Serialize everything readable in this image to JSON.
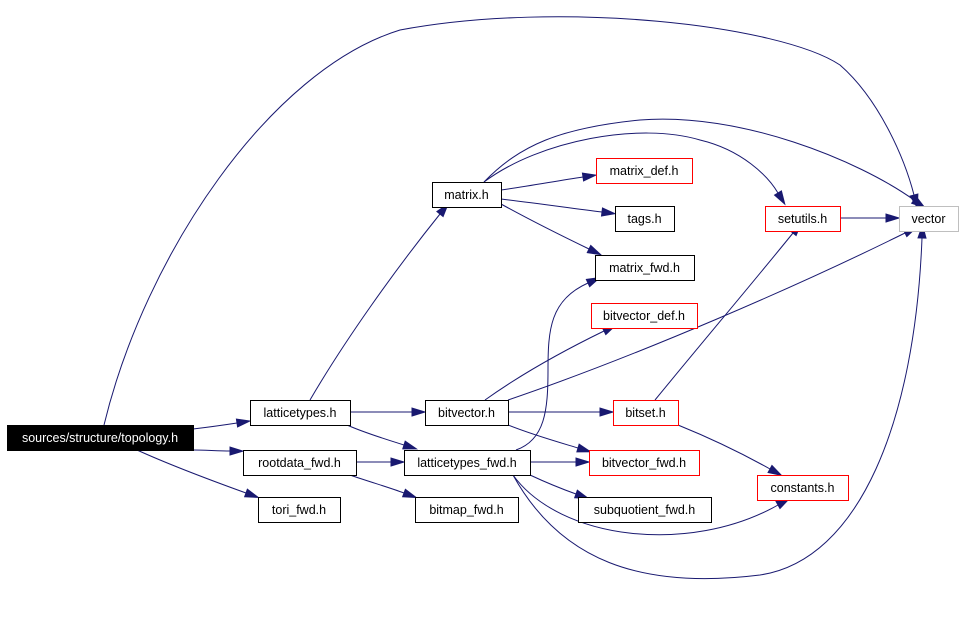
{
  "graph": {
    "nodes": [
      {
        "id": "topology",
        "label": "sources/structure/topology.h",
        "style": "root"
      },
      {
        "id": "latticetypes",
        "label": "latticetypes.h",
        "style": "black"
      },
      {
        "id": "rootdata_fwd",
        "label": "rootdata_fwd.h",
        "style": "black"
      },
      {
        "id": "tori_fwd",
        "label": "tori_fwd.h",
        "style": "black"
      },
      {
        "id": "matrix",
        "label": "matrix.h",
        "style": "black"
      },
      {
        "id": "bitvector",
        "label": "bitvector.h",
        "style": "black"
      },
      {
        "id": "latticetypes_fwd",
        "label": "latticetypes_fwd.h",
        "style": "black"
      },
      {
        "id": "bitmap_fwd",
        "label": "bitmap_fwd.h",
        "style": "black"
      },
      {
        "id": "matrix_def",
        "label": "matrix_def.h",
        "style": "red"
      },
      {
        "id": "tags",
        "label": "tags.h",
        "style": "black"
      },
      {
        "id": "matrix_fwd",
        "label": "matrix_fwd.h",
        "style": "black"
      },
      {
        "id": "bitvector_def",
        "label": "bitvector_def.h",
        "style": "red"
      },
      {
        "id": "bitset",
        "label": "bitset.h",
        "style": "red"
      },
      {
        "id": "bitvector_fwd",
        "label": "bitvector_fwd.h",
        "style": "red"
      },
      {
        "id": "subquotient_fwd",
        "label": "subquotient_fwd.h",
        "style": "black"
      },
      {
        "id": "setutils",
        "label": "setutils.h",
        "style": "red"
      },
      {
        "id": "constants",
        "label": "constants.h",
        "style": "red"
      },
      {
        "id": "vector",
        "label": "vector",
        "style": "grey"
      }
    ],
    "edges": [
      {
        "from": "topology",
        "to": "latticetypes"
      },
      {
        "from": "topology",
        "to": "rootdata_fwd"
      },
      {
        "from": "topology",
        "to": "tori_fwd"
      },
      {
        "from": "topology",
        "to": "vector"
      },
      {
        "from": "latticetypes",
        "to": "matrix"
      },
      {
        "from": "latticetypes",
        "to": "bitvector"
      },
      {
        "from": "latticetypes",
        "to": "latticetypes_fwd"
      },
      {
        "from": "rootdata_fwd",
        "to": "latticetypes_fwd"
      },
      {
        "from": "rootdata_fwd",
        "to": "bitmap_fwd"
      },
      {
        "from": "matrix",
        "to": "matrix_def"
      },
      {
        "from": "matrix",
        "to": "tags"
      },
      {
        "from": "matrix",
        "to": "matrix_fwd"
      },
      {
        "from": "matrix",
        "to": "setutils"
      },
      {
        "from": "matrix",
        "to": "vector"
      },
      {
        "from": "bitvector",
        "to": "bitvector_def"
      },
      {
        "from": "bitvector",
        "to": "bitset"
      },
      {
        "from": "bitvector",
        "to": "bitvector_fwd"
      },
      {
        "from": "bitvector",
        "to": "vector"
      },
      {
        "from": "latticetypes_fwd",
        "to": "matrix_fwd"
      },
      {
        "from": "latticetypes_fwd",
        "to": "bitvector_fwd"
      },
      {
        "from": "latticetypes_fwd",
        "to": "subquotient_fwd"
      },
      {
        "from": "latticetypes_fwd",
        "to": "constants"
      },
      {
        "from": "latticetypes_fwd",
        "to": "vector"
      },
      {
        "from": "bitset",
        "to": "setutils"
      },
      {
        "from": "bitset",
        "to": "constants"
      },
      {
        "from": "setutils",
        "to": "vector"
      }
    ],
    "colors": {
      "edge": "#191970",
      "root_fill": "#000000",
      "root_text": "#ffffff",
      "red_border": "#ff0000",
      "grey_border": "#bfbfbf",
      "black_border": "#000000"
    }
  }
}
